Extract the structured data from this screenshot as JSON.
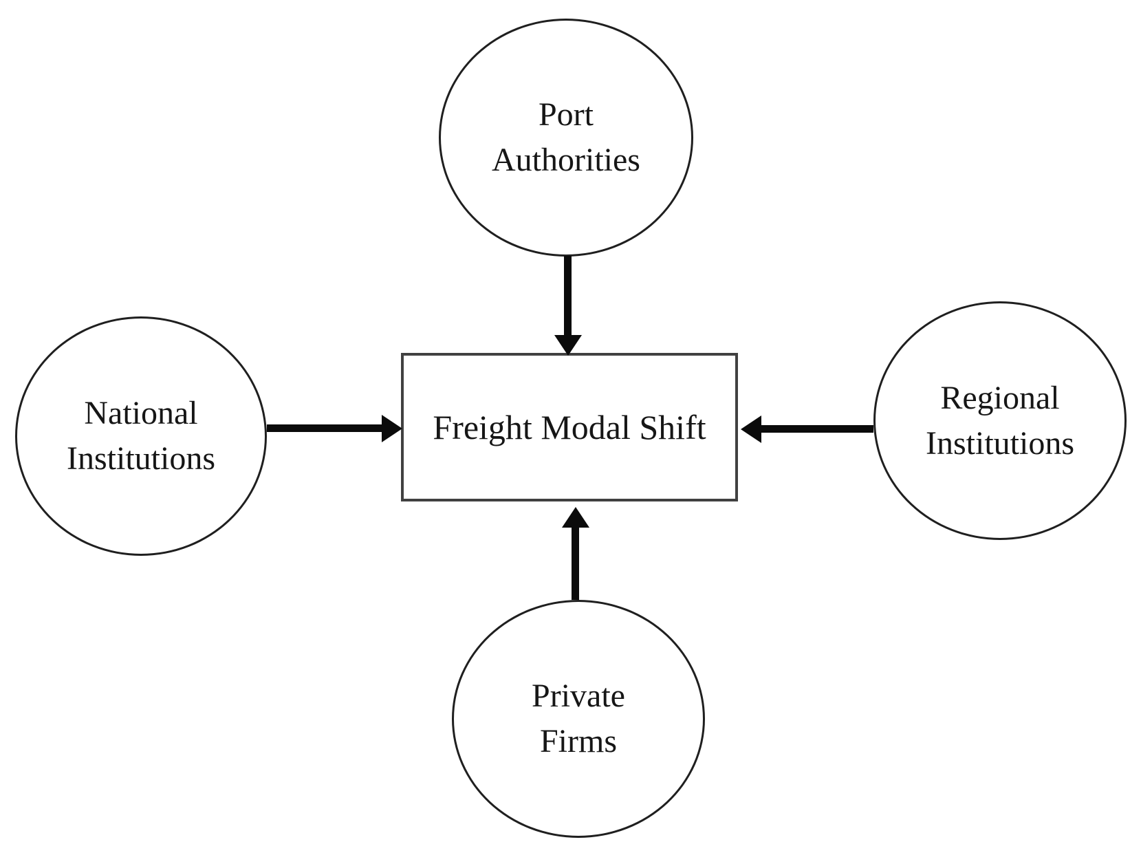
{
  "diagram": {
    "center_box": {
      "label": "Freight Modal Shift"
    },
    "nodes": {
      "top": {
        "lines": [
          "Port",
          "Authorities"
        ]
      },
      "left": {
        "lines": [
          "National",
          "Institutions"
        ]
      },
      "right": {
        "lines": [
          "Regional",
          "Institutions"
        ]
      },
      "bottom": {
        "lines": [
          "Private",
          "Firms"
        ]
      }
    },
    "arrows": [
      {
        "from": "top",
        "to": "center_box",
        "direction": "down"
      },
      {
        "from": "left",
        "to": "center_box",
        "direction": "right"
      },
      {
        "from": "right",
        "to": "center_box",
        "direction": "left"
      },
      {
        "from": "bottom",
        "to": "center_box",
        "direction": "up"
      }
    ],
    "colors": {
      "background": "#ffffff",
      "text": "#161616",
      "circle_stroke": "#1f1f1f",
      "box_stroke": "#414141",
      "arrow": "#0b0b0b"
    }
  }
}
